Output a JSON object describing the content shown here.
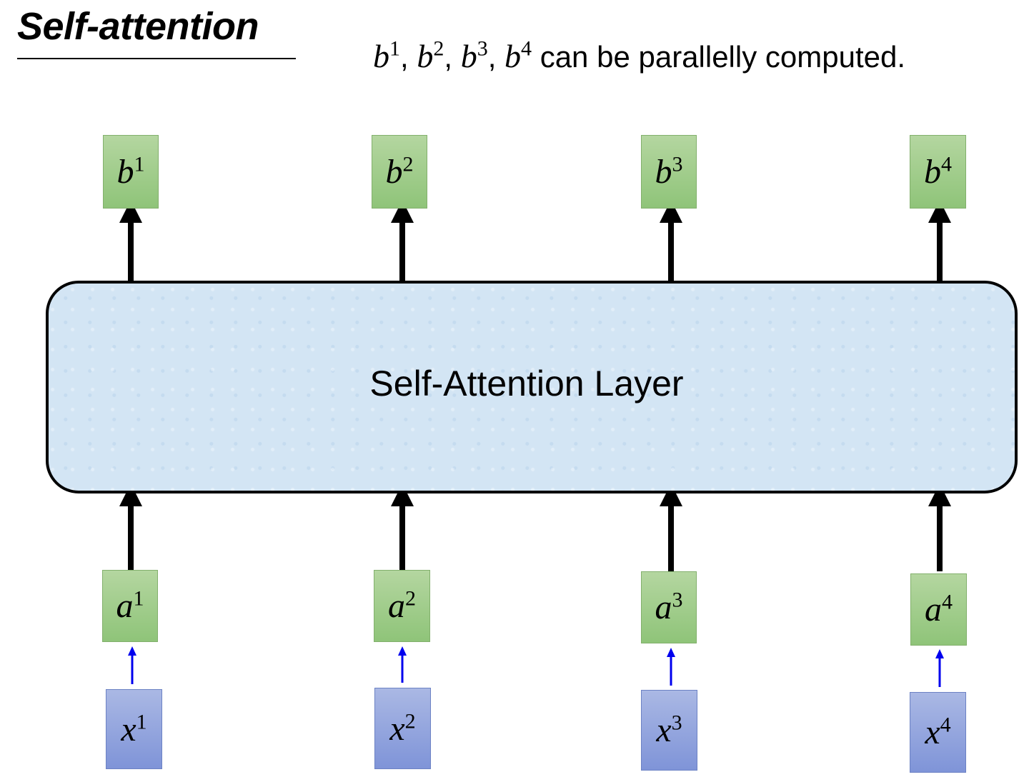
{
  "title": "Self-attention",
  "subtitle": {
    "vars": [
      {
        "base": "b",
        "sup": "1"
      },
      {
        "base": "b",
        "sup": "2"
      },
      {
        "base": "b",
        "sup": "3"
      },
      {
        "base": "b",
        "sup": "4"
      }
    ],
    "text": " can be parallelly computed."
  },
  "layer_label": "Self-Attention Layer",
  "outputs": [
    {
      "base": "b",
      "sup": "1"
    },
    {
      "base": "b",
      "sup": "2"
    },
    {
      "base": "b",
      "sup": "3"
    },
    {
      "base": "b",
      "sup": "4"
    }
  ],
  "inputs": [
    {
      "base": "a",
      "sup": "1"
    },
    {
      "base": "a",
      "sup": "2"
    },
    {
      "base": "a",
      "sup": "3"
    },
    {
      "base": "a",
      "sup": "4"
    }
  ],
  "sources": [
    {
      "base": "x",
      "sup": "1"
    },
    {
      "base": "x",
      "sup": "2"
    },
    {
      "base": "x",
      "sup": "3"
    },
    {
      "base": "x",
      "sup": "4"
    }
  ],
  "colors": {
    "output_box": "#9fcb87",
    "input_box": "#9fcb87",
    "source_box": "#94a6de",
    "layer_fill": "#d3e5f4",
    "main_arrow": "#000000",
    "embed_arrow": "#0000ee"
  }
}
